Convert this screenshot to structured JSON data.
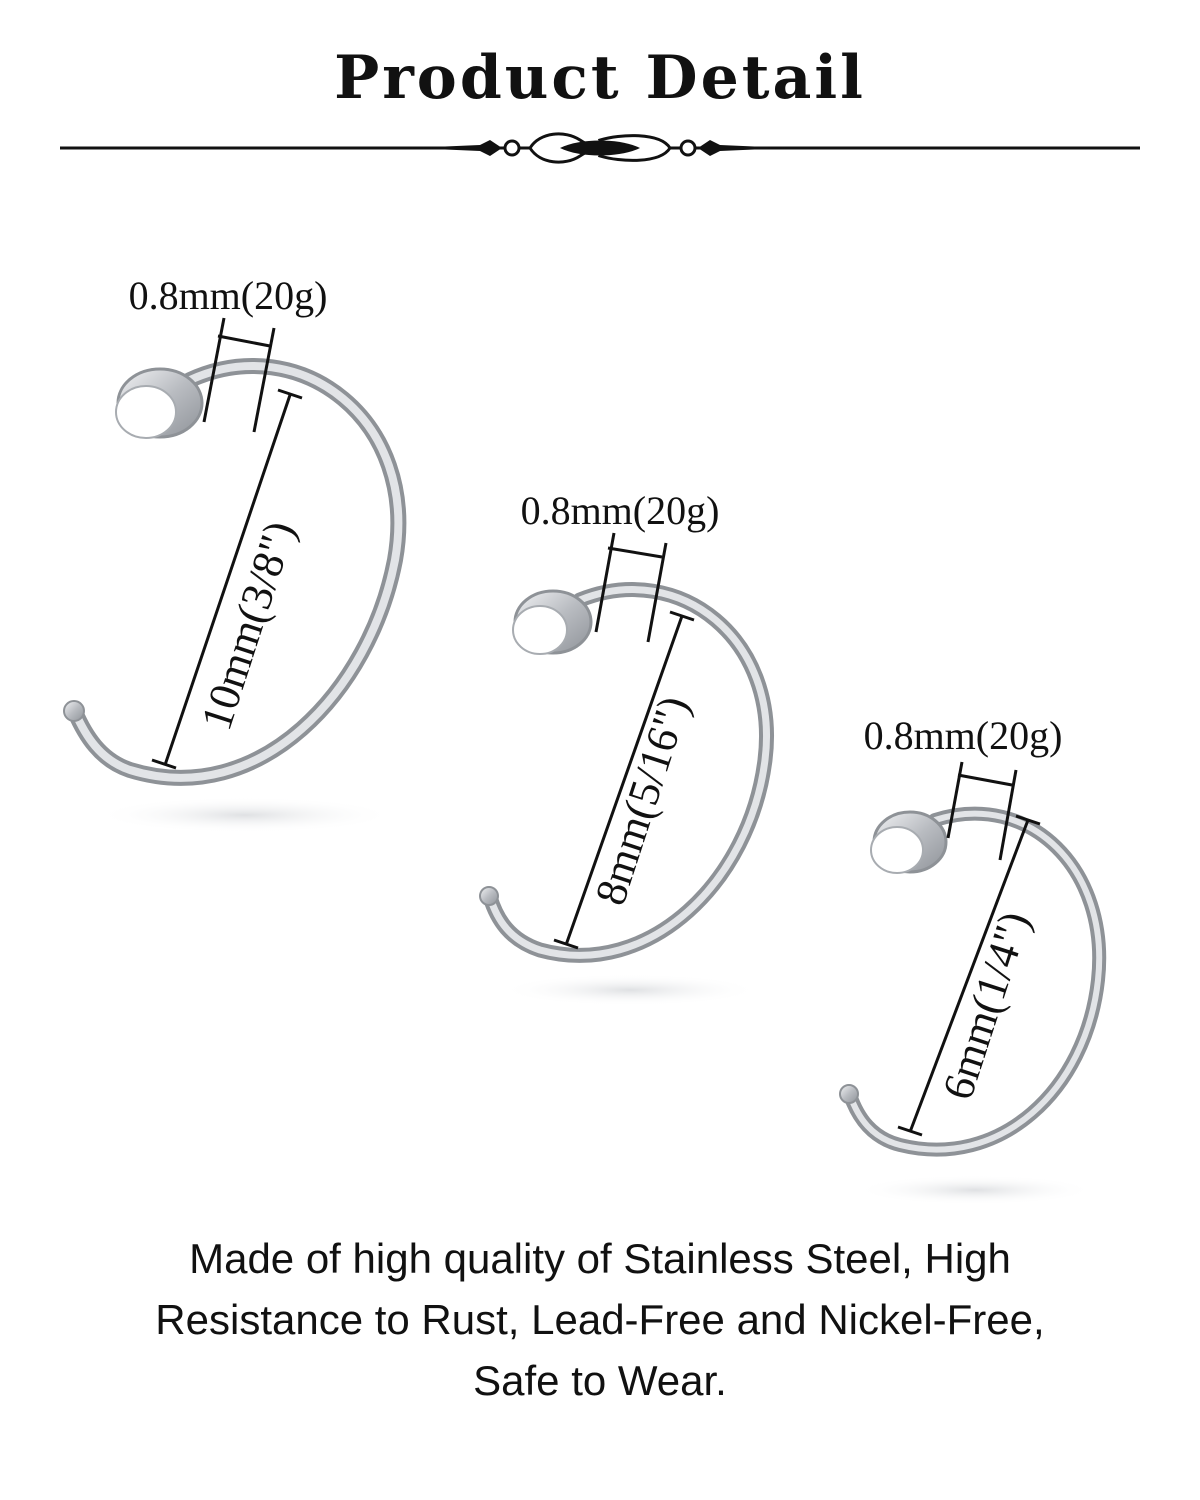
{
  "header": {
    "title": "Product Detail"
  },
  "rings": [
    {
      "gauge_label": "0.8mm(20g)",
      "diameter_label": "10mm(3/8\")"
    },
    {
      "gauge_label": "0.8mm(20g)",
      "diameter_label": "8mm(5/16\")"
    },
    {
      "gauge_label": "0.8mm(20g)",
      "diameter_label": "6mm(1/4\")"
    }
  ],
  "description": {
    "lines": [
      "Made of high quality of Stainless Steel, High",
      "Resistance to Rust, Lead-Free and Nickel-Free,",
      "Safe to Wear."
    ]
  },
  "colors": {
    "text": "#111111",
    "metal": "#c9ccd0",
    "background": "#ffffff"
  }
}
